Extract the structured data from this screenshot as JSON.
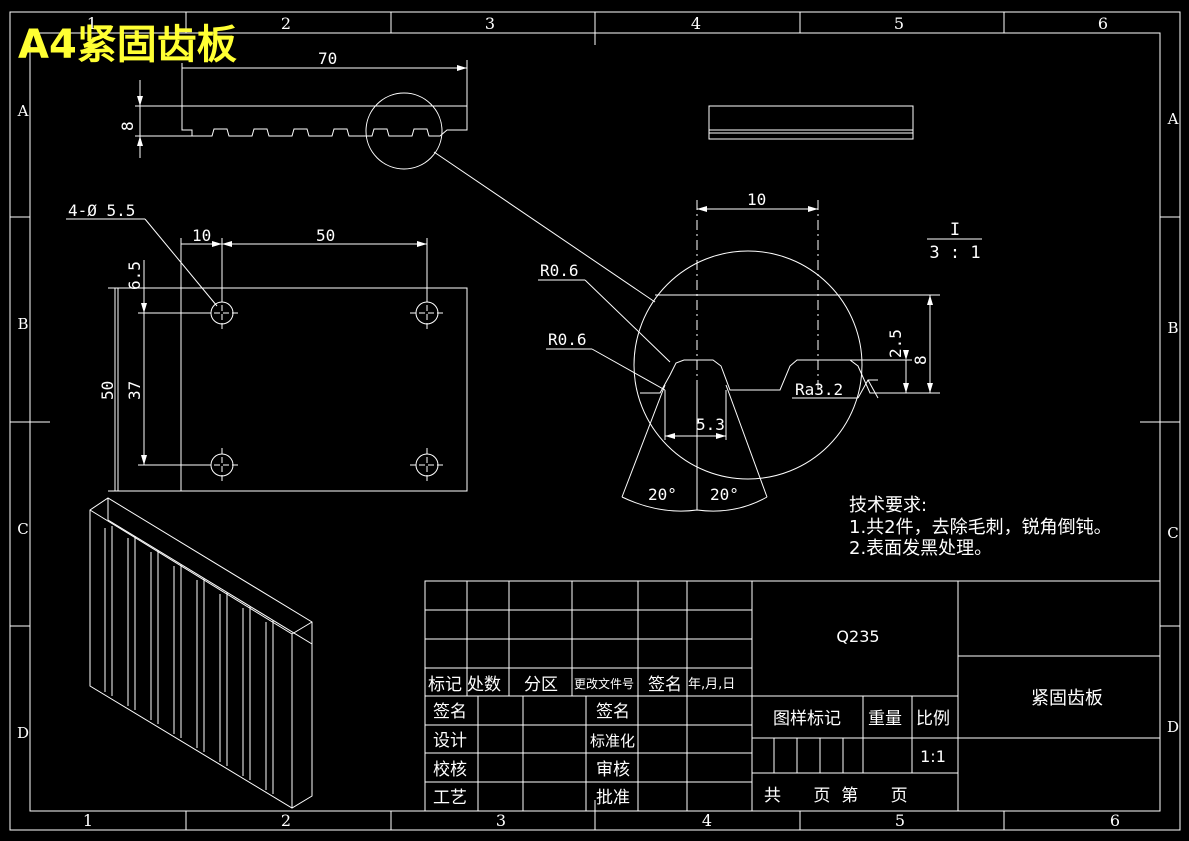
{
  "title": "A4紧固齿板",
  "colors": {
    "background": "#000000",
    "lines": "#ffffff",
    "title": "#ffff33"
  },
  "border": {
    "top_cols": [
      "1",
      "2",
      "3",
      "4",
      "5",
      "6"
    ],
    "bottom_cols": [
      "1",
      "2",
      "3",
      "4",
      "5",
      "6"
    ],
    "left_rows": [
      "A",
      "B",
      "C",
      "D"
    ],
    "right_rows": [
      "A",
      "B",
      "C",
      "D"
    ]
  },
  "dims": {
    "length": "70",
    "thick": "8",
    "holes": "4-Ø  5.5",
    "x1": "10",
    "x2": "50",
    "y1": "6.5",
    "h50": "50",
    "h37": "37",
    "tooth_w": "10",
    "r1": "R0.6",
    "r2": "R0.6",
    "depth": "2.5",
    "height": "8",
    "gap": "5.3",
    "ang1": "20°",
    "ang2": "20°",
    "ra": "Ra3.2",
    "detail_label": "I",
    "detail_scale": "3 : 1"
  },
  "notes": {
    "heading": "技术要求:",
    "line1": "1.共2件，去除毛刺，锐角倒钝。",
    "line2": "2.表面发黑处理。"
  },
  "title_block": {
    "material": "Q235",
    "part_name": "紧固齿板",
    "h_mark": "标记",
    "h_count": "处数",
    "h_zone": "分区",
    "h_doc": "更改文件号",
    "h_sign": "签名",
    "h_date": "年,月,日",
    "sign1": "签名",
    "sign2": "签名",
    "design": "设计",
    "standard": "标准化",
    "check": "校核",
    "review": "审核",
    "process": "工艺",
    "approve": "批准",
    "stage_mark": "图样标记",
    "weight": "重量",
    "scale": "比例",
    "scale_val": "1:1",
    "sheets": "共      页  第      页"
  }
}
